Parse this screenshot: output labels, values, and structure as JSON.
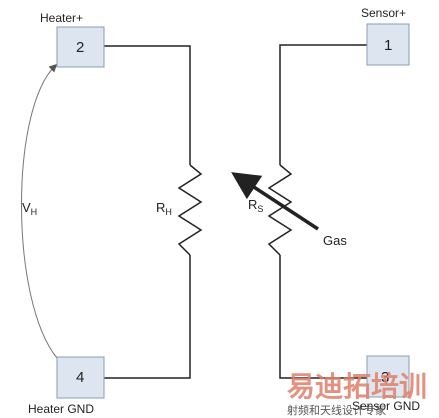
{
  "pins": {
    "p2": {
      "number": "2",
      "label": "Heater+"
    },
    "p1": {
      "number": "1",
      "label": "Sensor+"
    },
    "p4": {
      "number": "4",
      "label": "Heater GND"
    },
    "p3": {
      "number": "3",
      "label": "Sensor GND"
    }
  },
  "symbols": {
    "vh_main": "V",
    "vh_sub": "H",
    "rh_main": "R",
    "rh_sub": "H",
    "rs_main": "R",
    "rs_sub": "S",
    "gas": "Gas"
  },
  "watermark": {
    "main": "易迪拓培训",
    "sub": "射频和天线设计专家"
  }
}
